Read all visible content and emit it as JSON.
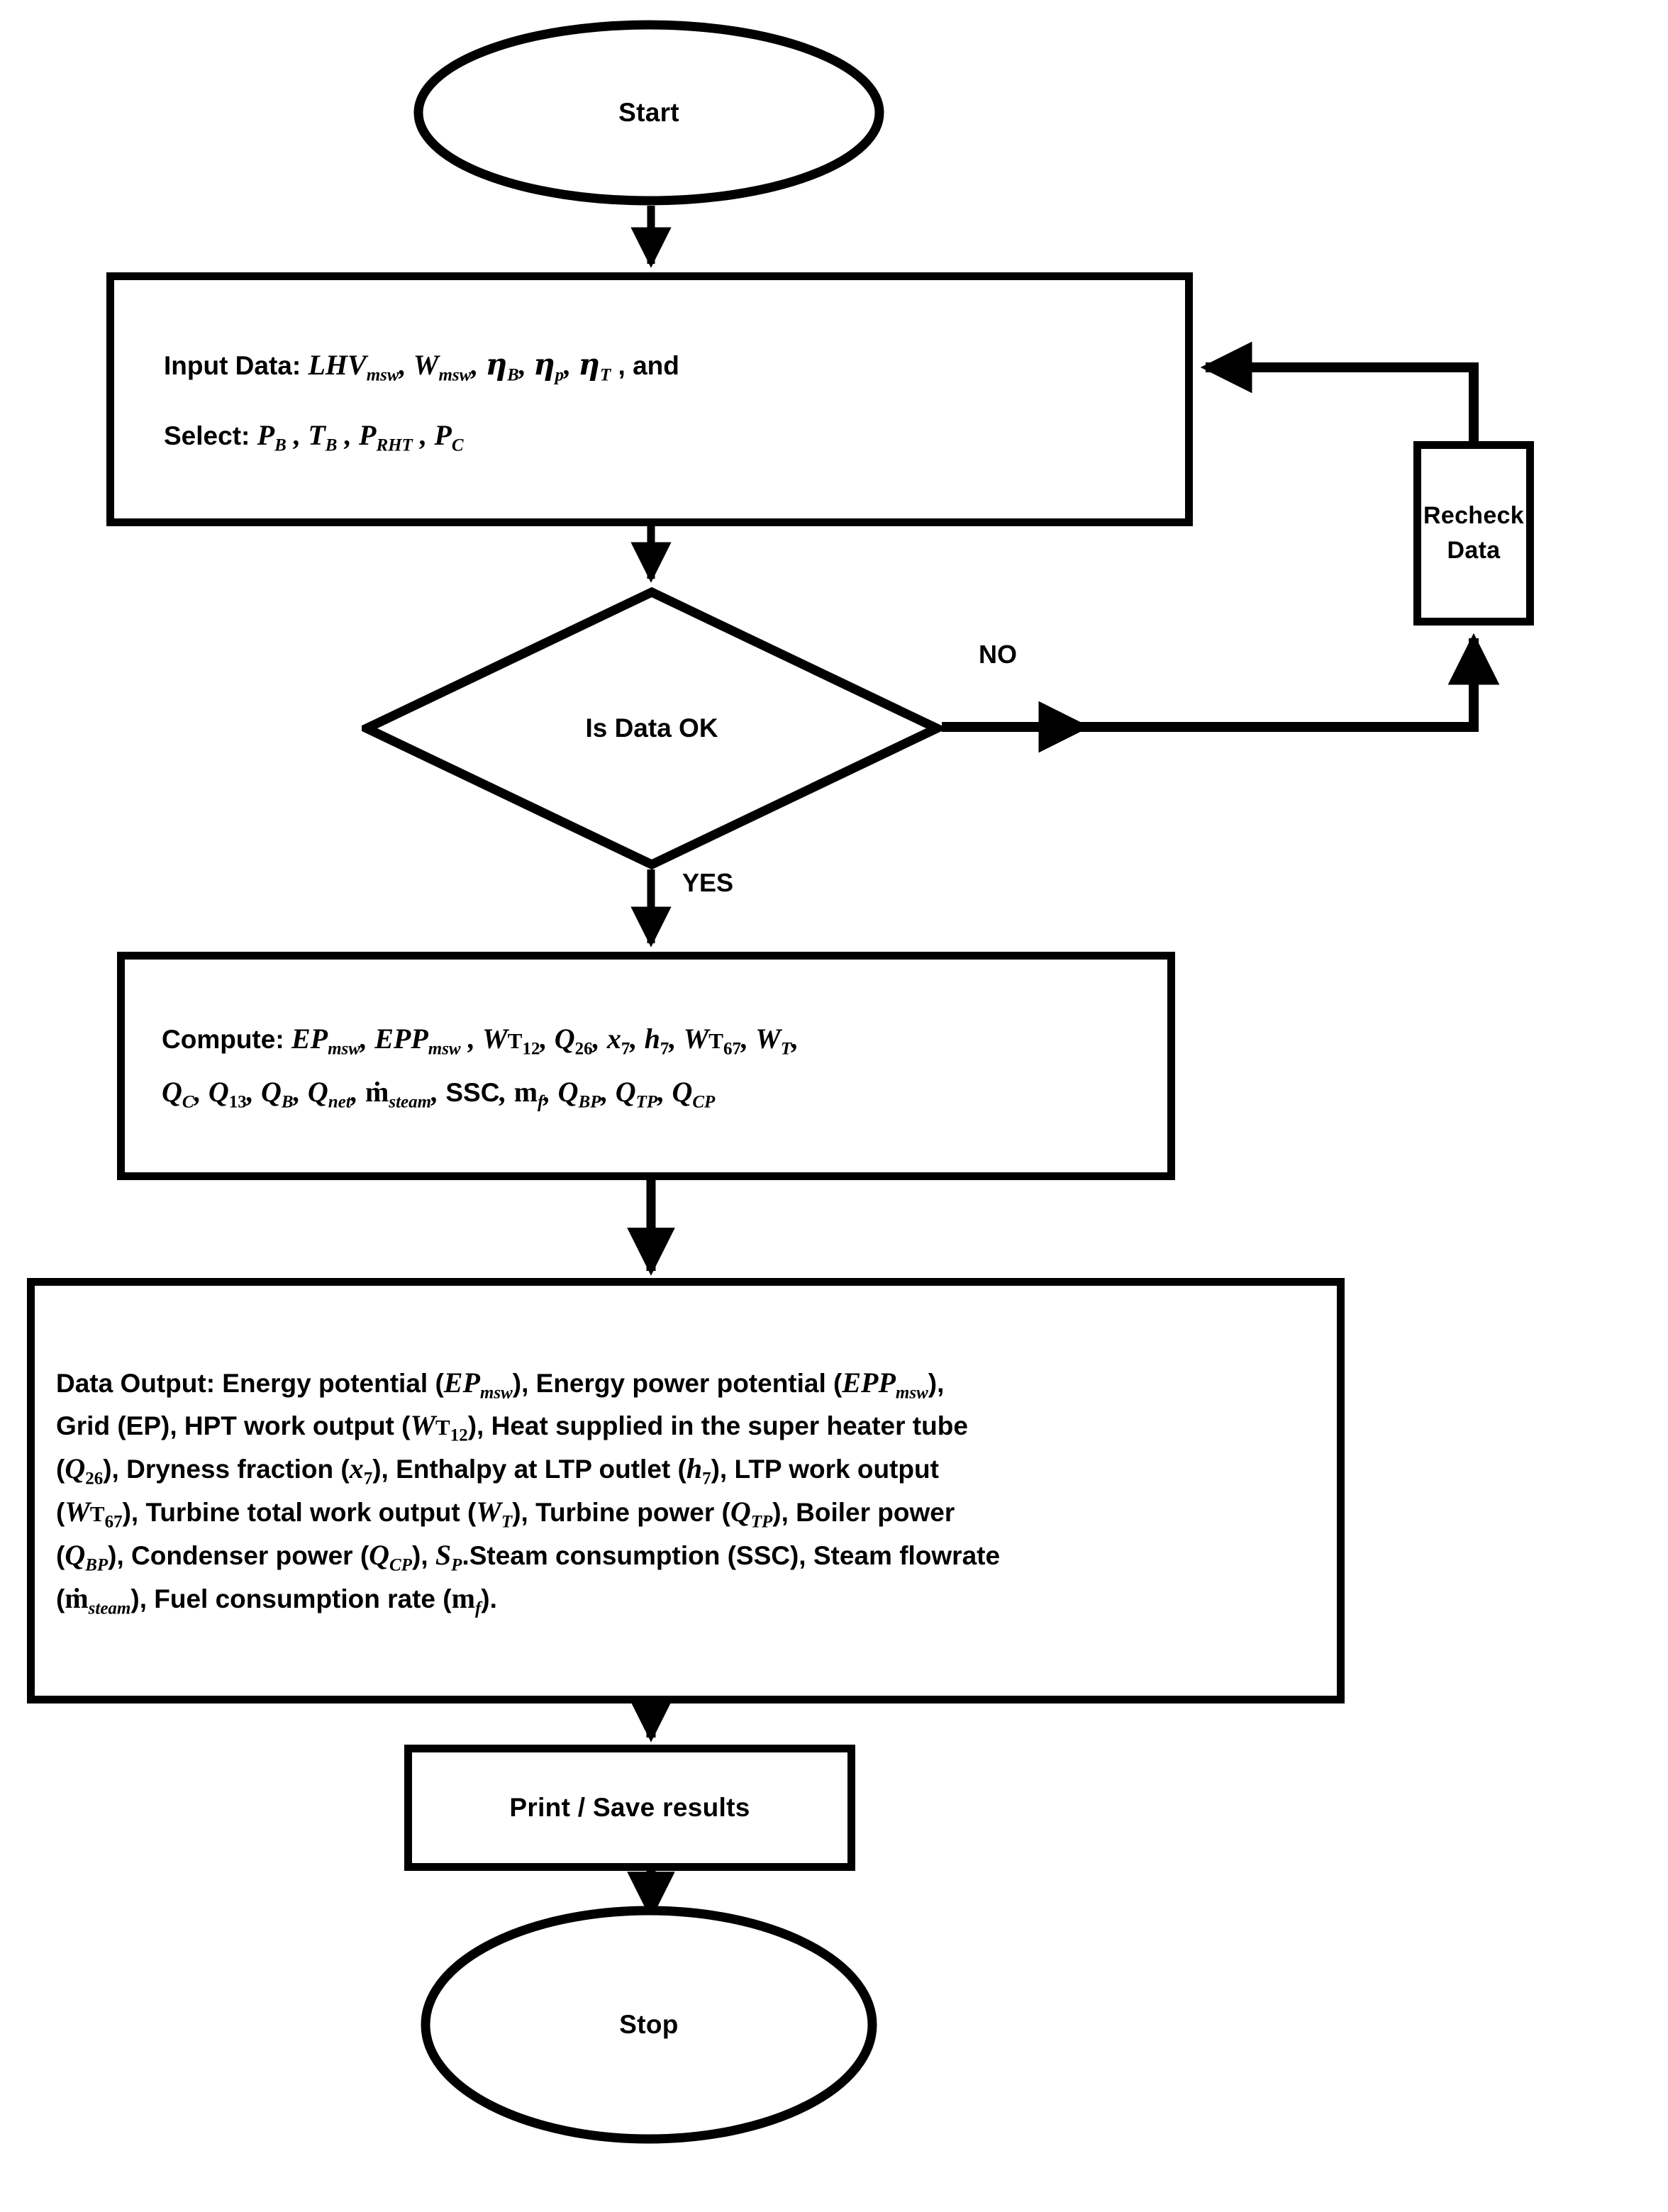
{
  "diagram": {
    "title": "Thermodynamic MSW power plant computation flowchart",
    "type": "flowchart",
    "line_color": "#000000",
    "fill_color": "#ffffff"
  },
  "nodes": {
    "start": {
      "shape": "ellipse",
      "label": "Start"
    },
    "input": {
      "shape": "process",
      "line1_prefix": "Input Data: ",
      "line1_vars": "LHV(msw), W(msw), ηB, ηp, ηT",
      "line1_suffix": ", and",
      "line2_prefix": "Select: ",
      "line2_vars": "PB , TB , PRHT , PC"
    },
    "decision": {
      "shape": "diamond",
      "label": "Is Data OK"
    },
    "recheck": {
      "shape": "process",
      "line1": "Recheck",
      "line2": "Data"
    },
    "compute": {
      "shape": "process",
      "line1": "Compute: EP(msw), EPP(msw), WT12, Q26, x7, h7, WT67, WT,",
      "line2": "QC, Q13, QB, Qnet, ṁ(steam), SSC, mf, QBP, QTP, QCP"
    },
    "output": {
      "shape": "process",
      "line1": "Data Output: Energy potential (EP msw), Energy power potential (EPP msw),",
      "line2": "Grid (EP), HPT work output (WT12), Heat supplied in the super heater tube",
      "line3": "(Q26), Dryness fraction (x7), Enthalpy at LTP outlet (h7), LTP work output",
      "line4": "(WT67), Turbine total work output (WT), Turbine power (QTP), Boiler power",
      "line5": "(QBP), Condenser power (QCP), SP.Steam consumption (SSC), Steam flowrate",
      "line6": "(ṁsteam), Fuel consumption rate (mf)."
    },
    "print": {
      "shape": "process",
      "label": "Print / Save results"
    },
    "stop": {
      "shape": "ellipse",
      "label": "Stop"
    }
  },
  "edge_labels": {
    "no": "NO",
    "yes": "YES"
  },
  "edges": [
    {
      "from": "start",
      "to": "input",
      "label": ""
    },
    {
      "from": "input",
      "to": "decision",
      "label": ""
    },
    {
      "from": "decision",
      "to": "recheck",
      "label": "NO"
    },
    {
      "from": "recheck",
      "to": "input",
      "label": ""
    },
    {
      "from": "decision",
      "to": "compute",
      "label": "YES"
    },
    {
      "from": "compute",
      "to": "output",
      "label": ""
    },
    {
      "from": "output",
      "to": "print",
      "label": ""
    },
    {
      "from": "print",
      "to": "stop",
      "label": ""
    }
  ]
}
